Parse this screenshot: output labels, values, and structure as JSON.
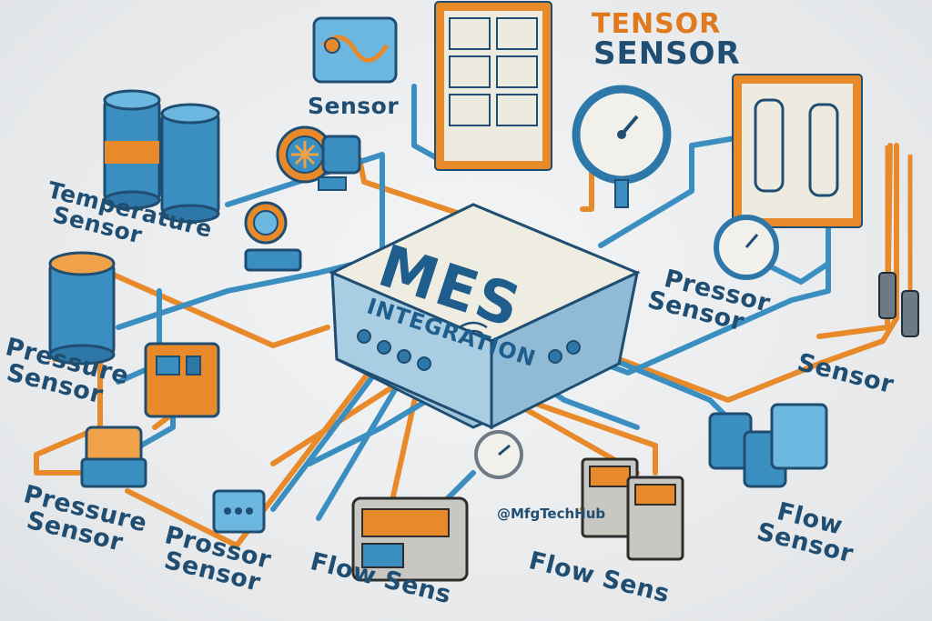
{
  "hub": {
    "title": "MES",
    "subtitle": "INTEGRATION"
  },
  "handle": "@MfgTechHub",
  "labels": {
    "sensor_top": "Sensor",
    "temperature_1": "Temperature",
    "temperature_2": "Sensor",
    "pressure_left_1": "Pressure",
    "pressure_left_2": "Sensor",
    "pressure_bottom_1": "Pressure",
    "pressure_bottom_2": "Sensor",
    "prossor_1": "Prossor",
    "prossor_2": "Sensor",
    "flow_bottom_center": "Flow Sens",
    "flow_bottom_right": "Flow Sens",
    "flow_right_1": "Flow",
    "flow_right_2": "Sensor",
    "sensor_right": "Sensor",
    "pressor_1": "Pressor",
    "pressor_2": "Sensor",
    "tensor_1": "TENSOR",
    "tensor_2": "SENSOR"
  },
  "colors": {
    "blue": "#3a8fc0",
    "dark_blue": "#1f4e72",
    "orange": "#e8892a",
    "hub": "#efece2",
    "background": "#eceef0"
  },
  "icons": [
    "barrel-icon",
    "turbine-icon",
    "gauge-icon",
    "control-panel-icon",
    "plc-icon",
    "valve-icon",
    "wifi-icon",
    "probe-icon"
  ]
}
